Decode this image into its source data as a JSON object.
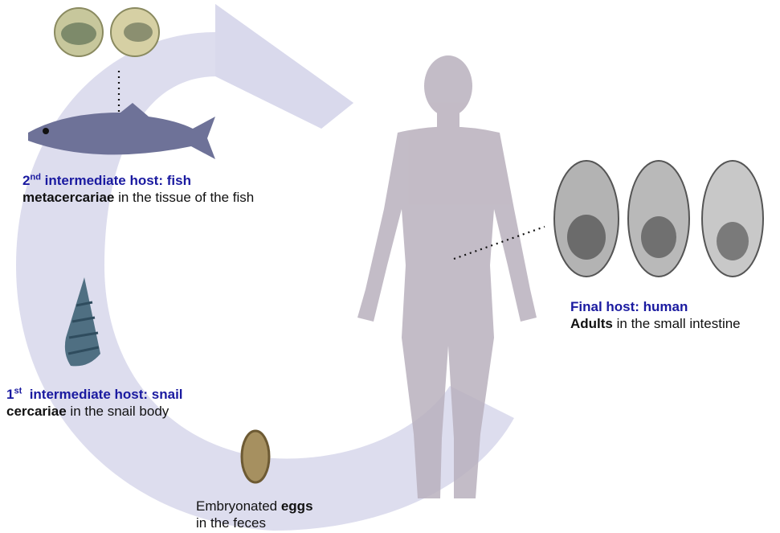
{
  "fish_label": {
    "host_num": "2",
    "host_suffix": "nd",
    "host_title": " intermediate host: fish",
    "stage": "metacercariae",
    "location": " in the tissue of the fish"
  },
  "snail_label": {
    "host_num": "1",
    "host_suffix": "st",
    "host_title": "  intermediate host: snail",
    "stage": "cercariae",
    "location": " in the snail body"
  },
  "human_label": {
    "host_title": "Final host: human",
    "stage": "Adults",
    "location": " in the small intestine"
  },
  "eggs_label": {
    "prefix": "Embryonated ",
    "stage": "eggs",
    "location": "in the feces"
  },
  "colors": {
    "cycle_arrow": "#d9d9ec",
    "host_text": "#1a1aa0",
    "human_silhouette": "#b9b0bd",
    "fish": "#6e7298"
  }
}
